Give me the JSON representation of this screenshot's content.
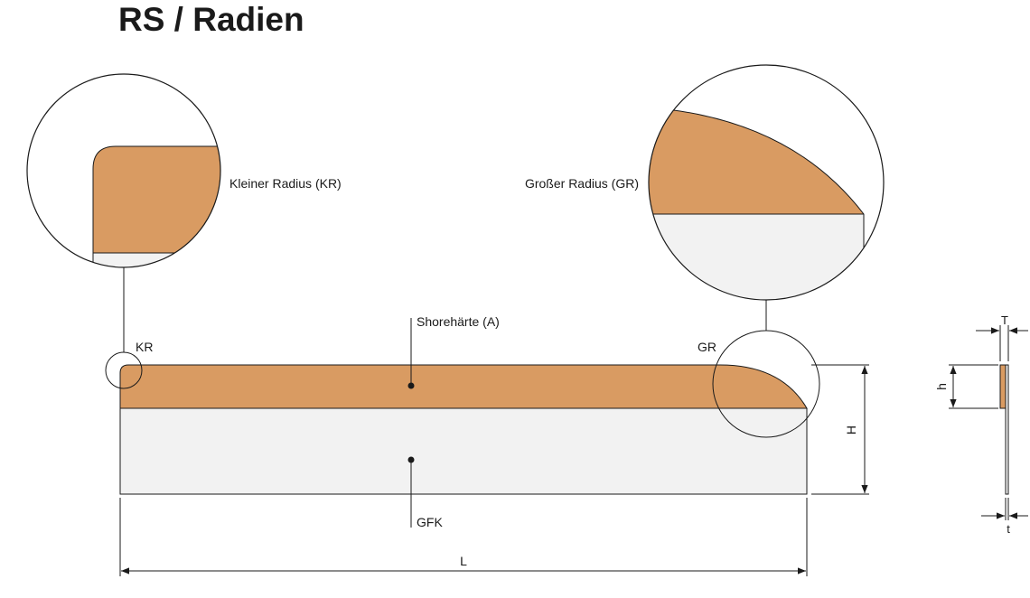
{
  "title": "RS / Radien",
  "labels": {
    "small_radius": "Kleiner Radius (KR)",
    "large_radius": "Großer Radius (GR)",
    "kr": "KR",
    "gr": "GR",
    "shore_hardness": "Shorehärte (A)",
    "gfk": "GFK",
    "length": "L",
    "height": "H",
    "rubber_height": "h",
    "total_thickness": "T",
    "base_thickness": "t"
  },
  "colors": {
    "rubber": "#d99b62",
    "base": "#f2f2f2",
    "outline": "#1a1a1a",
    "text": "#1a1a1a"
  }
}
